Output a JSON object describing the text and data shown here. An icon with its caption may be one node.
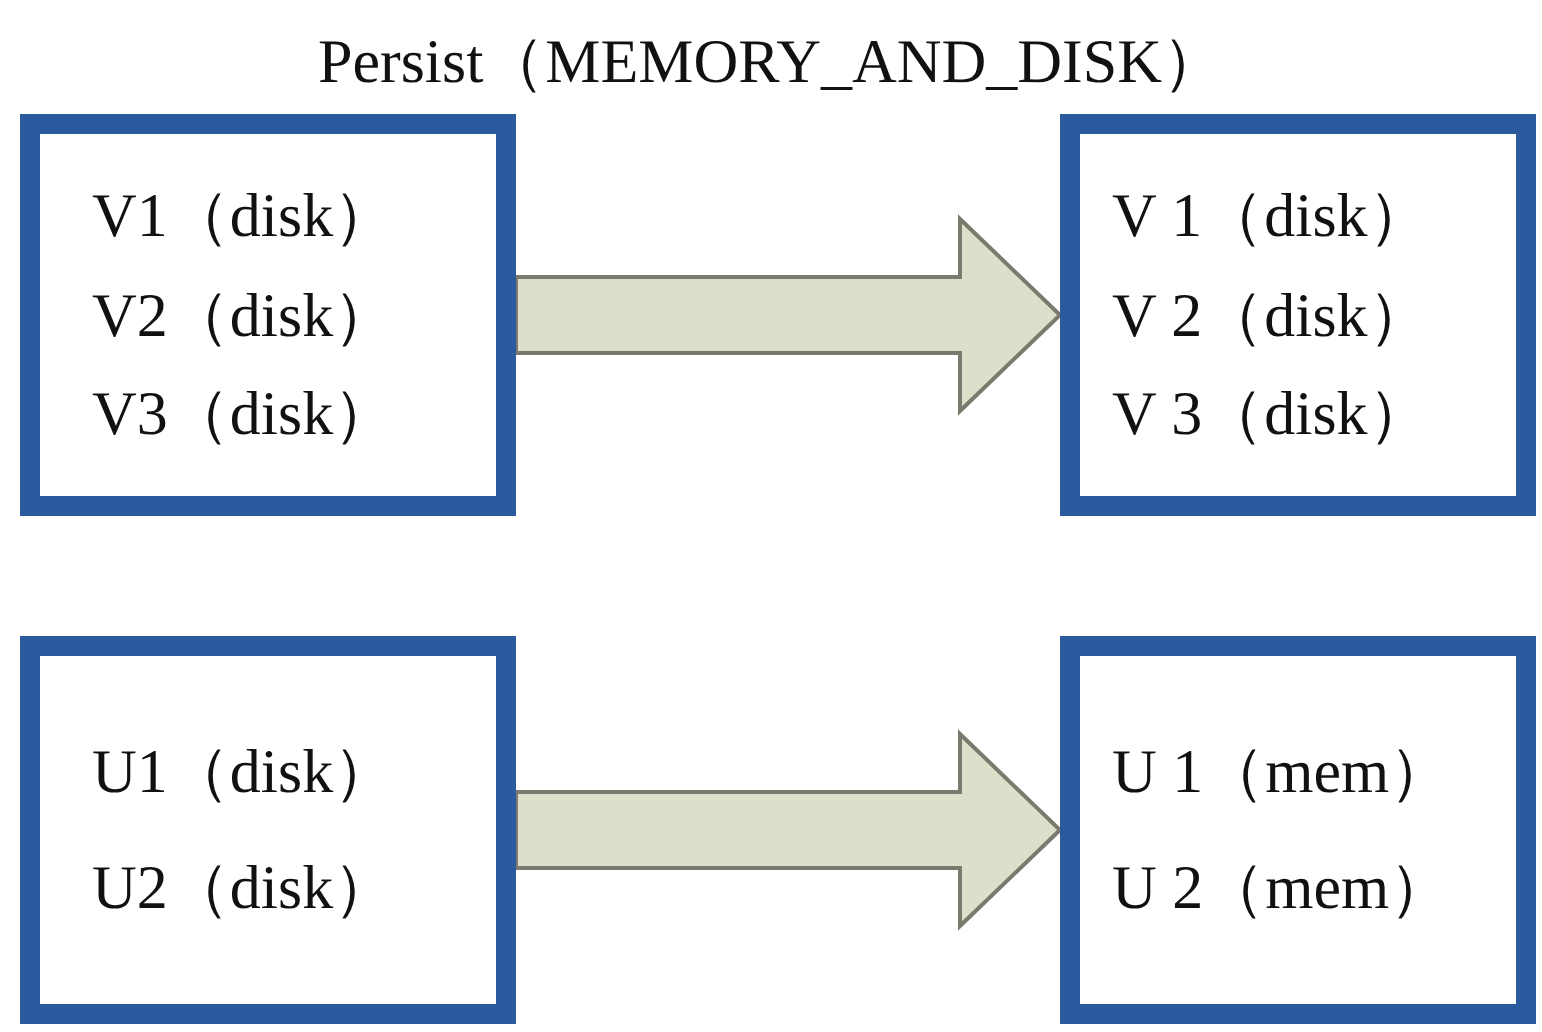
{
  "diagram": {
    "title": "Persist（MEMORY_AND_DISK）",
    "nodes": [
      {
        "text": [
          "V1（disk）",
          "V2（disk）",
          "V3（disk）"
        ]
      },
      {
        "text": [
          "V 1（disk）",
          "V 2（disk）",
          "V 3（disk）"
        ]
      },
      {
        "text": [
          "U1（disk）",
          "U2（disk）"
        ]
      },
      {
        "text": [
          "U 1（mem）",
          "U 2（mem）"
        ]
      }
    ],
    "edges": [
      {
        "from": 0,
        "to": 1,
        "arrow": "to"
      },
      {
        "from": 2,
        "to": 3,
        "arrow": "to"
      }
    ]
  }
}
